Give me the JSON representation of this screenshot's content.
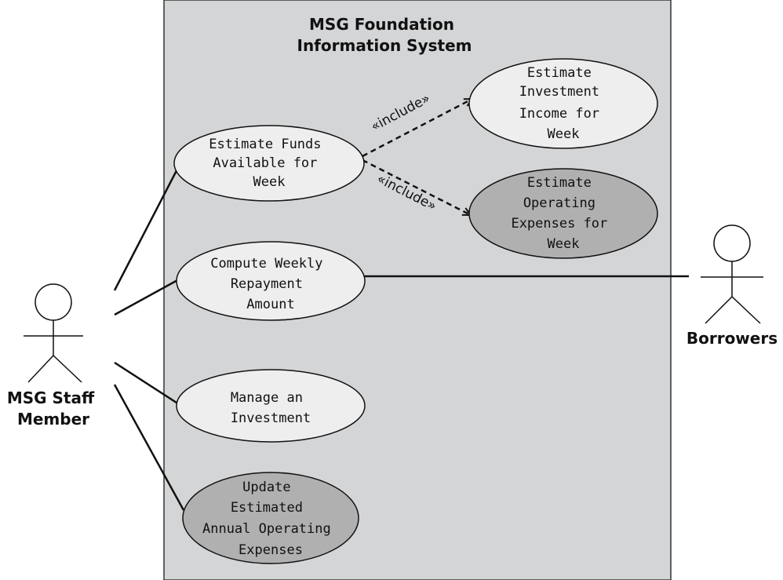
{
  "system": {
    "title": [
      "MSG Foundation",
      "Information System"
    ]
  },
  "actors": {
    "staff": {
      "label": [
        "MSG Staff",
        "Member"
      ]
    },
    "borrowers": {
      "label": [
        "Borrowers"
      ]
    }
  },
  "use_cases": {
    "estimate_funds": {
      "lines": [
        "Estimate Funds",
        "Available for",
        "Week"
      ]
    },
    "estimate_investment_income": {
      "lines": [
        "Estimate",
        "Investment",
        "Income for",
        "Week"
      ]
    },
    "estimate_operating_expenses": {
      "lines": [
        "Estimate",
        "Operating",
        "Expenses for",
        "Week"
      ]
    },
    "compute_repayment": {
      "lines": [
        "Compute Weekly",
        "Repayment",
        "Amount"
      ]
    },
    "manage_investment": {
      "lines": [
        "Manage an",
        "Investment"
      ]
    },
    "update_expenses": {
      "lines": [
        "Update",
        "Estimated",
        "Annual Operating",
        "Expenses"
      ]
    }
  },
  "relationships": {
    "include_label": "«include»"
  },
  "colors": {
    "system_fill": "#d4d5d7",
    "use_case_light": "#eeeeee",
    "use_case_dark": "#b0b0b0",
    "stroke": "#111111"
  }
}
